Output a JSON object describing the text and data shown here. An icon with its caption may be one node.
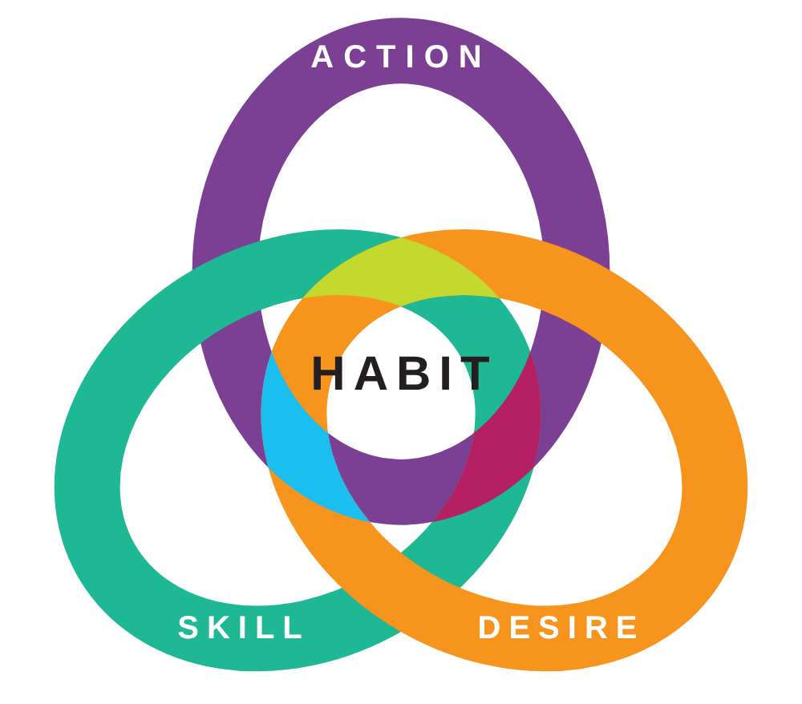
{
  "diagram": {
    "nodes": [
      {
        "text": [
          "ACTION"
        ]
      },
      {
        "text": [
          "SKILL"
        ]
      },
      {
        "text": [
          "DESIRE"
        ]
      },
      {
        "text": [
          "HABIT"
        ]
      }
    ]
  }
}
